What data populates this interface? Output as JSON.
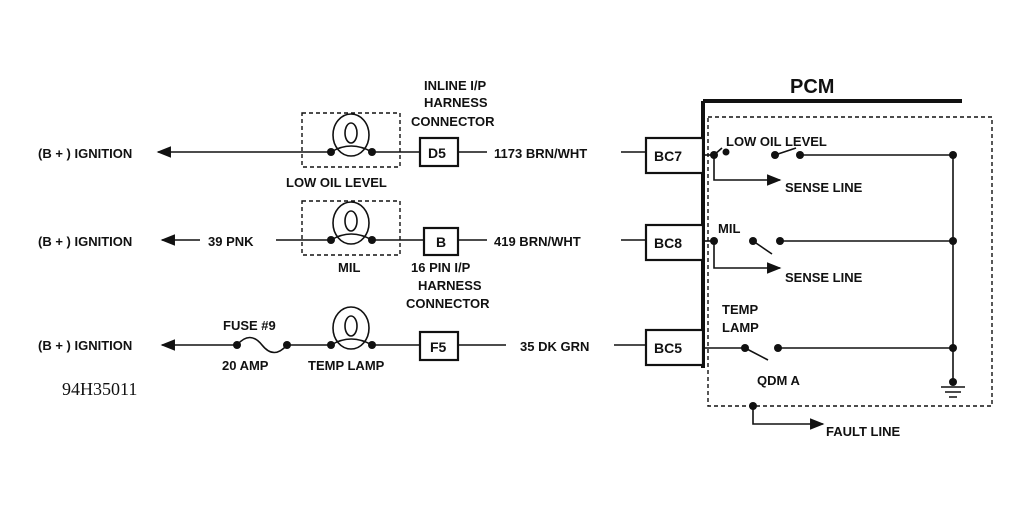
{
  "figure_id": "94H35011",
  "pcm": {
    "title": "PCM",
    "qdm_label": "QDM  A"
  },
  "connectors": {
    "inline_label": [
      "INLINE I/P",
      "HARNESS",
      "CONNECTOR"
    ],
    "pin16_label": [
      "16 PIN I/P",
      "HARNESS",
      "CONNECTOR"
    ]
  },
  "circuits": [
    {
      "source": "(B + ) IGNITION",
      "upstream_wire": "",
      "lamp_label": "LOW OIL LEVEL",
      "connector": "D5",
      "wire": "1173 BRN/WHT",
      "pcm_pin": "BC7",
      "switch_label": "LOW OIL LEVEL",
      "sense_label": "SENSE LINE"
    },
    {
      "source": "(B + ) IGNITION",
      "upstream_wire": "39 PNK",
      "lamp_label": "MIL",
      "connector": "B",
      "wire": "419 BRN/WHT",
      "pcm_pin": "BC8",
      "switch_label": "MIL",
      "sense_label": "SENSE LINE"
    },
    {
      "source": "(B + ) IGNITION",
      "fuse_label": "FUSE #9",
      "fuse_rating": "20 AMP",
      "lamp_label": "TEMP LAMP",
      "connector": "F5",
      "wire": "35 DK GRN",
      "pcm_pin": "BC5",
      "switch_label": [
        "TEMP",
        "LAMP"
      ]
    }
  ],
  "fault_label": "FAULT LINE"
}
